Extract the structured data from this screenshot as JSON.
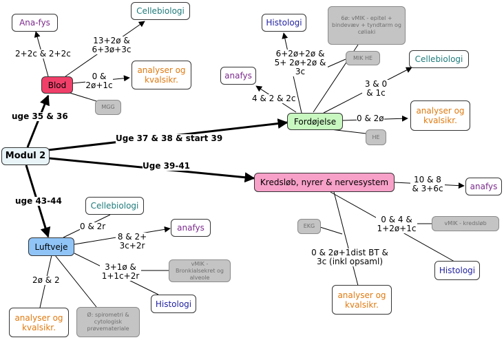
{
  "nodes": {
    "modul2": "Modul 2",
    "blod": "Blod",
    "anafys_blod": "Ana-fys",
    "cellebio_blod": "Cellebiologi",
    "analyser_blod": "analyser og kvalsikr.",
    "mgg": "MGG",
    "fordojelse": "Fordøjelse",
    "histologi_ford": "Histologi",
    "anafys_ford": "anafys",
    "cellebio_ford": "Cellebiologi",
    "analyser_ford": "analyser og kvalsikr.",
    "note_6o": "6ø: vMIK - epitel + bindevæv + tyndtarm og cøliaki",
    "mik_he": "MIK HE",
    "he": "HE",
    "kredslob": "Kredsløb, nyrer & nervesystem",
    "anafys_kred": "anafys",
    "vmik_kred": "vMIK - kredsløb",
    "histologi_kred": "Histologi",
    "ekg": "EKG",
    "analyser_kred": "analyser og kvalsikr.",
    "luftveje": "Luftveje",
    "cellebio_luft": "Cellebiologi",
    "anafys_luft": "anafys",
    "vmik_luft": "vMIK - Bronkialsekret og alveole",
    "histologi_luft": "Histologi",
    "analyser_luft": "analyser og kvalsikr.",
    "note_spiro": "Ø: spirometri & cytologisk prøvemateriale"
  },
  "labels": {
    "uge35": "uge 35 & 36",
    "uge37": "Uge 37 & 38 & start 39",
    "uge39": "Uge 39-41",
    "uge43": "uge 43-44",
    "blod_anafys": "2+2c & 2+2c",
    "blod_cellebio": "13+2ø & 6+3ø+3c",
    "blod_analyser": "0 & 2ø+1c",
    "ford_histologi": "6+2ø+2ø & 5+ 2ø+2ø & 3c",
    "ford_anafys": "4 & 2 & 2c",
    "ford_cellebio": "3 & 0 & 1c",
    "ford_analyser": "0 & 2ø",
    "kred_anafys": "10 & 8 & 3+6c",
    "kred_histologi": "0 & 4 & 1+2ø+1c",
    "kred_analyser": "0 & 2ø+1dist BT & 3c (inkl opsaml)",
    "luft_cellebio": "0 & 2r",
    "luft_anafys": "8 & 2+ 3c+2r",
    "luft_histologi": "3+1ø & 1+1c+2r",
    "luft_analyser": "2ø & 2"
  },
  "colors": {
    "blod": "#f0406a",
    "fordojelse": "#c8f7c0",
    "kredslob": "#f7a0c8",
    "luftveje": "#90c4f7",
    "modul2": "#e8f4f8"
  }
}
